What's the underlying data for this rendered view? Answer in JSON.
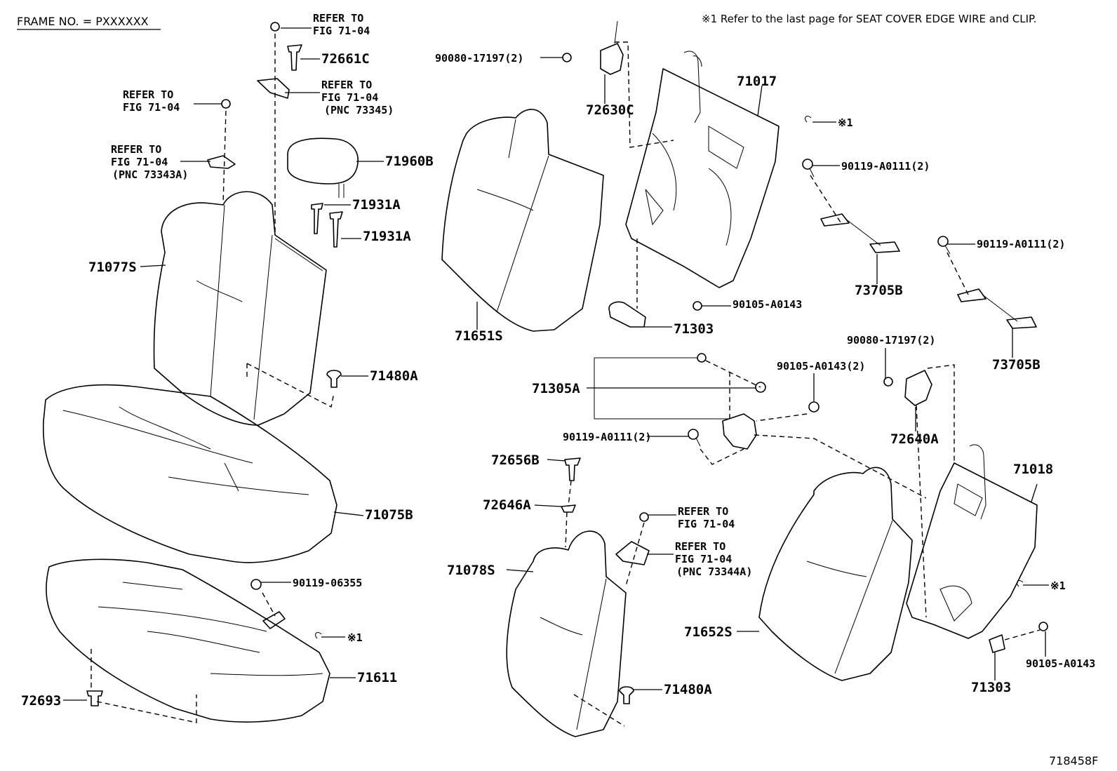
{
  "header": {
    "frame_no": "FRAME NO. = PXXXXXX",
    "footnote": "※1 Refer to the last page for SEAT COVER EDGE WIRE and CLIP.",
    "figure_id": "718458F"
  },
  "chart_data": {
    "type": "diagram",
    "labels": [
      {
        "id": "refer-1a",
        "text": "REFER TO",
        "size": "small"
      },
      {
        "id": "refer-1b",
        "text": "FIG 71-04",
        "size": "small"
      },
      {
        "id": "p72661C",
        "text": "72661C",
        "size": "big"
      },
      {
        "id": "refer-2a",
        "text": "REFER TO",
        "size": "small"
      },
      {
        "id": "refer-2b",
        "text": "FIG 71-04",
        "size": "small"
      },
      {
        "id": "refer-2c",
        "text": "(PNC 73345)",
        "size": "small"
      },
      {
        "id": "refer-3a",
        "text": "REFER TO",
        "size": "small"
      },
      {
        "id": "refer-3b",
        "text": "FIG 71-04",
        "size": "small"
      },
      {
        "id": "refer-4a",
        "text": "REFER TO",
        "size": "small"
      },
      {
        "id": "refer-4b",
        "text": "FIG 71-04",
        "size": "small"
      },
      {
        "id": "refer-4c",
        "text": "(PNC 73343A)",
        "size": "small"
      },
      {
        "id": "p71960B",
        "text": "71960B",
        "size": "big"
      },
      {
        "id": "p71931A-1",
        "text": "71931A",
        "size": "big"
      },
      {
        "id": "p71931A-2",
        "text": "71931A",
        "size": "big"
      },
      {
        "id": "p71077S",
        "text": "71077S",
        "size": "big"
      },
      {
        "id": "p71480A-1",
        "text": "71480A",
        "size": "big"
      },
      {
        "id": "p71075B",
        "text": "71075B",
        "size": "big"
      },
      {
        "id": "p90119-06355",
        "text": "90119-06355",
        "size": "small"
      },
      {
        "id": "ref1-a",
        "text": "※1",
        "size": "small"
      },
      {
        "id": "p71611",
        "text": "71611",
        "size": "big"
      },
      {
        "id": "p72693",
        "text": "72693",
        "size": "big"
      },
      {
        "id": "p90080-1",
        "text": "90080-17197(2)",
        "size": "small"
      },
      {
        "id": "p72630C",
        "text": "72630C",
        "size": "big"
      },
      {
        "id": "p71651S",
        "text": "71651S",
        "size": "big"
      },
      {
        "id": "p71017",
        "text": "71017",
        "size": "big"
      },
      {
        "id": "ref1-b",
        "text": "※1",
        "size": "small"
      },
      {
        "id": "p90119-A0111-1",
        "text": "90119-A0111(2)",
        "size": "small"
      },
      {
        "id": "p73705B-1",
        "text": "73705B",
        "size": "big"
      },
      {
        "id": "p90119-A0111-2",
        "text": "90119-A0111(2)",
        "size": "small"
      },
      {
        "id": "p73705B-2",
        "text": "73705B",
        "size": "big"
      },
      {
        "id": "p90105-A0143-1",
        "text": "90105-A0143",
        "size": "small"
      },
      {
        "id": "p71303-1",
        "text": "71303",
        "size": "big"
      },
      {
        "id": "p90080-2",
        "text": "90080-17197(2)",
        "size": "small"
      },
      {
        "id": "p90105-A0143-2",
        "text": "90105-A0143(2)",
        "size": "small"
      },
      {
        "id": "p71305A",
        "text": "71305A",
        "size": "big"
      },
      {
        "id": "p72640A",
        "text": "72640A",
        "size": "big"
      },
      {
        "id": "p90119-A0111-3",
        "text": "90119-A0111(2)",
        "size": "small"
      },
      {
        "id": "p72656B",
        "text": "72656B",
        "size": "big"
      },
      {
        "id": "p72646A",
        "text": "72646A",
        "size": "big"
      },
      {
        "id": "refer-5a",
        "text": "REFER TO",
        "size": "small"
      },
      {
        "id": "refer-5b",
        "text": "FIG 71-04",
        "size": "small"
      },
      {
        "id": "refer-6a",
        "text": "REFER TO",
        "size": "small"
      },
      {
        "id": "refer-6b",
        "text": "FIG 71-04",
        "size": "small"
      },
      {
        "id": "refer-6c",
        "text": "(PNC 73344A)",
        "size": "small"
      },
      {
        "id": "p71078S",
        "text": "71078S",
        "size": "big"
      },
      {
        "id": "p71018",
        "text": "71018",
        "size": "big"
      },
      {
        "id": "ref1-c",
        "text": "※1",
        "size": "small"
      },
      {
        "id": "p71652S",
        "text": "71652S",
        "size": "big"
      },
      {
        "id": "p90105-A0143-3",
        "text": "90105-A0143",
        "size": "small"
      },
      {
        "id": "p71303-2",
        "text": "71303",
        "size": "big"
      },
      {
        "id": "p71480A-2",
        "text": "71480A",
        "size": "big"
      }
    ]
  }
}
